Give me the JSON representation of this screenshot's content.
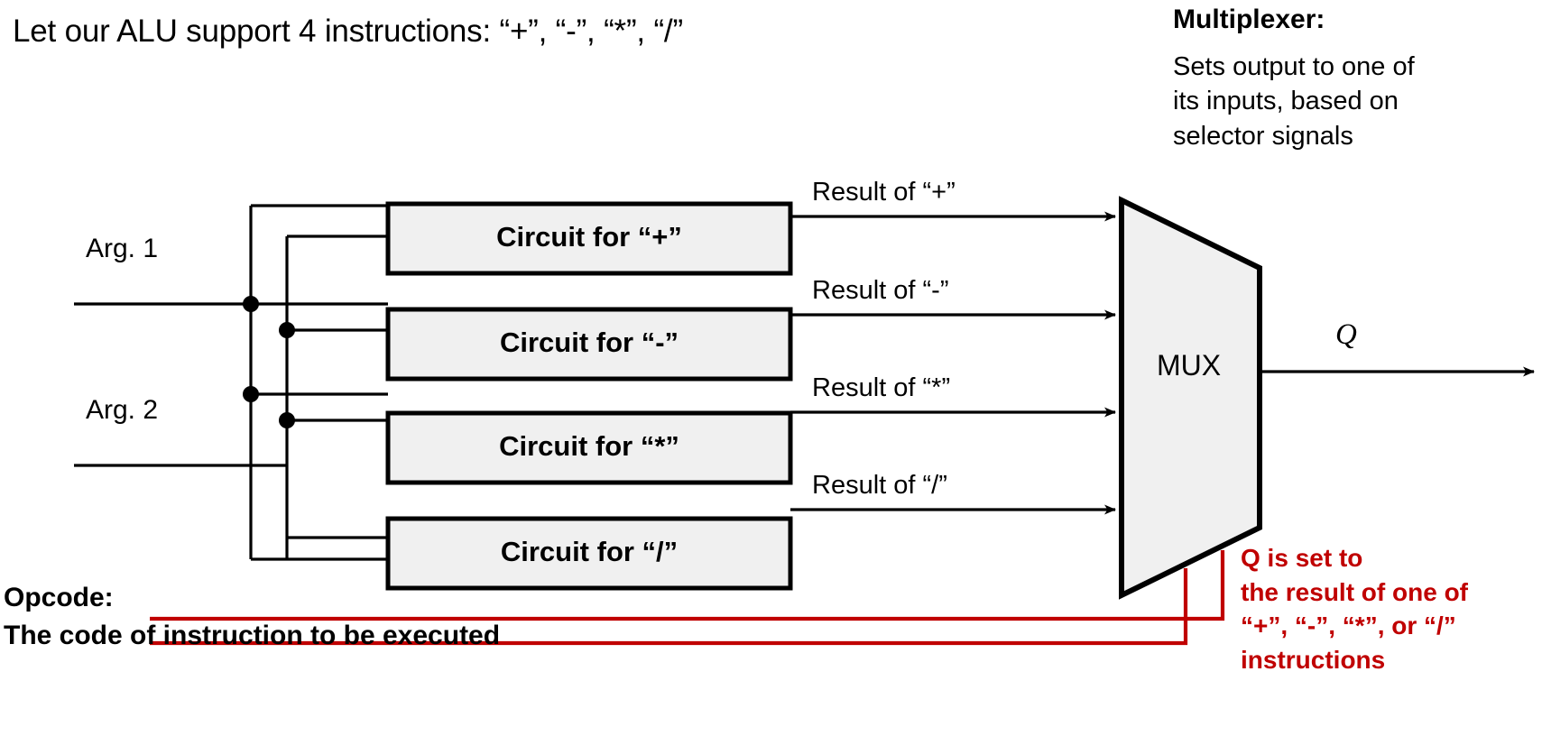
{
  "title": "Let our ALU support 4 instructions: “+”, “-”, “*”, “/”",
  "colors": {
    "accent_red": "#C00000",
    "box_fill": "#F0F0F0",
    "line_black": "#000000"
  },
  "multiplexer_note": {
    "heading": "Multiplexer:",
    "line1": "Sets output to one of",
    "line2": "its inputs, based on",
    "line3": "selector signals"
  },
  "inputs": [
    {
      "label": "Arg. 1"
    },
    {
      "label": "Arg. 2"
    }
  ],
  "circuits": [
    {
      "box_label": "Circuit for “+”",
      "result_label": "Result of “+”"
    },
    {
      "box_label": "Circuit for “-”",
      "result_label": "Result of “-”"
    },
    {
      "box_label": "Circuit for “*”",
      "result_label": "Result of “*”"
    },
    {
      "box_label": "Circuit for “/”",
      "result_label": "Result of “/”"
    }
  ],
  "mux": {
    "label": "MUX",
    "output_label": "Q"
  },
  "opcode": {
    "label": "Opcode:",
    "description": "The code of instruction to be executed"
  },
  "red_note": {
    "line1": "Q is set to",
    "line2": "the result of one of",
    "line3": "“+”, “-”, “*”, or “/”",
    "line4": "instructions"
  }
}
